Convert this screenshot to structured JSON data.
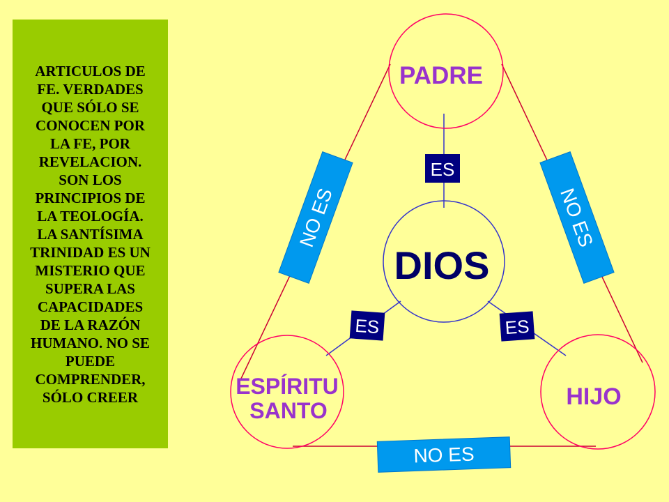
{
  "description": {
    "text": "ARTICULOS DE\nFE. VERDADES\nQUE SÓLO SE\nCONOCEN POR\nLA FE, POR\nREVELACION.\nSON LOS\nPRINCIPIOS DE\nLA TEOLOGÍA.\nLA SANTÍSIMA\nTRINIDAD ES UN\nMISTERIO QUE\nSUPERA LAS\nCAPACIDADES\nDE LA RAZÓN\nHUMANO. NO SE\nPUEDE\nCOMPRENDER,\nSÓLO CREER"
  },
  "diagram": {
    "center": {
      "label": "DIOS"
    },
    "padre": {
      "label": "PADRE"
    },
    "espiritu": {
      "line1": "ESPÍRITU",
      "line2": "SANTO"
    },
    "hijo": {
      "label": "HIJO"
    },
    "is_label": "ES",
    "is_not_label": "NO ES"
  },
  "colors": {
    "background": "#ffff99",
    "textbox": "#99cc00",
    "outer_circle": "#ff0066",
    "triangle_line": "#cc0033",
    "inner_circle": "#3333cc",
    "inner_line": "#3333cc",
    "node_text": "#9933cc",
    "center_text": "#000066",
    "is_box": "#000080",
    "is_not_box": "#0099ee"
  }
}
